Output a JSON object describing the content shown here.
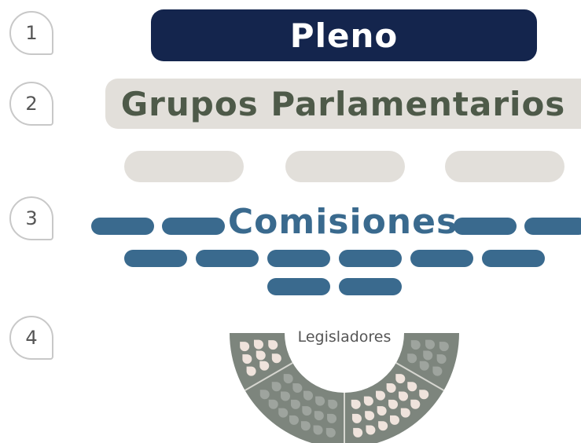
{
  "steps": [
    "1",
    "2",
    "3",
    "4"
  ],
  "pleno": "Pleno",
  "grupos": "Grupos Parlamentarios",
  "comisiones": "Comisiones",
  "legisladores": "Legisladores",
  "colors": {
    "pleno_bg": "#14254d",
    "grupos_bg": "#e2dfda",
    "grupos_text": "#4e5a49",
    "comisiones": "#3a6a8e",
    "hemicycle": "#7d857d",
    "seat_light": "#efe3dc",
    "seat_gray": "#9ea49e"
  }
}
